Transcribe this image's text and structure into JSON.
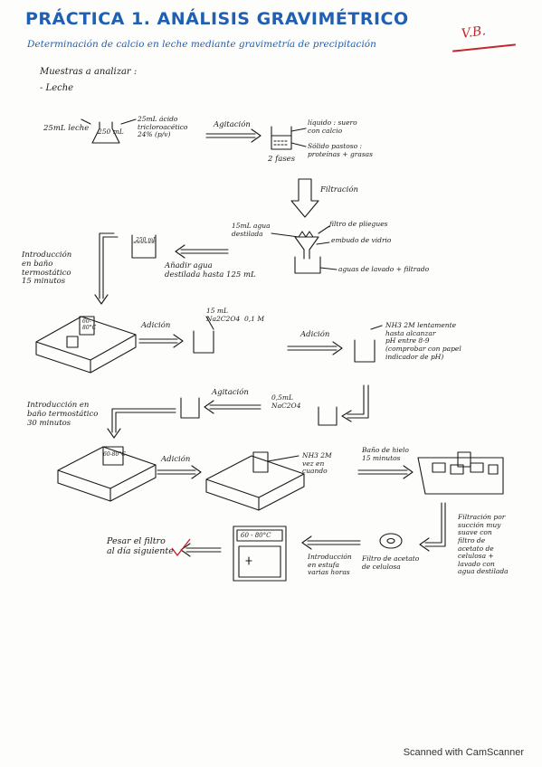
{
  "title": "PRÁCTICA 1. ANÁLISIS GRAVIMÉTRICO",
  "subtitle": "Determinación de calcio en leche mediante gravimetría de precipitación",
  "initials": "V.B.",
  "samples_heading": "Muestras a analizar :",
  "samples_item": "- Leche",
  "steps": {
    "milk": "25mL leche",
    "flask_label": "250 mL",
    "tca": "25mL ácido\ntricloroacético\n24% (p/v)",
    "agitacion_1": "Agitación",
    "liquid": "líquido : suero\ncon calcio",
    "solid": "Sólido pastoso :\nproteínas + grasas",
    "phases": "2 fases",
    "filtracion": "Filtración",
    "water_15": "15mL agua\ndestilada",
    "filter_paper": "filtro de pliegues",
    "funnel": "embudo de vidrio",
    "wash": "aguas de lavado + filtrado",
    "beaker_mark": "250 mL",
    "add_water": "Añadir agua\ndestilada hasta 125 mL",
    "bath_1": "Introducción\nen baño\ntermostático\n15 minutos",
    "bath_temp_1": "60-\n80°C",
    "adicion_1": "Adición",
    "oxalate_1": "15 mL\nNa2C2O4  0,1 M",
    "adicion_2": "Adición",
    "ammonia_1": "NH3 2M lentamente\nhasta alcanzar\npH entre 8-9\n(comprobar con papel\nindicador de pH)",
    "agitacion_2": "Agitación",
    "oxalate_2": "0,5mL\nNaC2O4",
    "bath_2": "Introducción en\nbaño termostático\n30 minutos",
    "bath_temp_2": "60-80°C",
    "adicion_3": "Adición",
    "ammonia_2": "NH3 2M\nvez en\ncuando",
    "ice_bath": "Baño de hielo\n15 minutos",
    "filtration_2": "Filtración por\nsucción muy\nsuave con\nfiltro de\nacetato de\ncelulosa +\nlavado con\nagua destilada",
    "cellulose_filter": "Filtro de acetato\nde celulosa",
    "oven": "Introducción\nen estufa\nvarias horas",
    "oven_temp": "60 - 80°C",
    "weigh": "Pesar el filtro\nal día siguiente"
  },
  "footer": "Scanned with CamScanner",
  "colors": {
    "blue": "#1f5fb4",
    "red": "#c0282d",
    "ink": "#1a1a1a"
  }
}
